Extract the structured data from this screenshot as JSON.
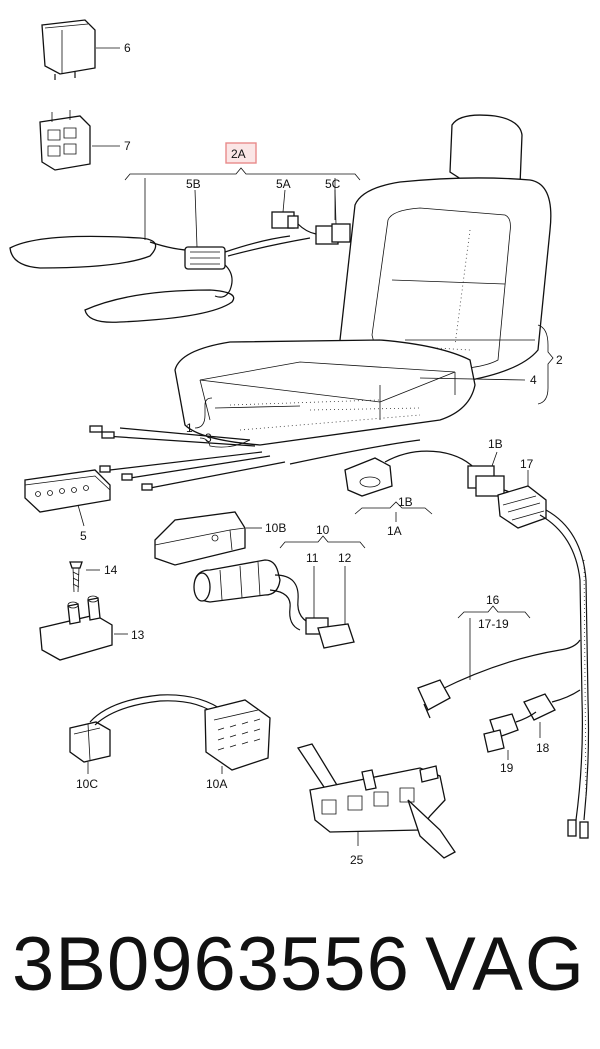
{
  "diagram": {
    "highlight_color": "#e88a8a",
    "labels": {
      "l6": "6",
      "l7": "7",
      "l2A": "2A",
      "l5B": "5B",
      "l5A": "5A",
      "l5C": "5C",
      "l2": "2",
      "l4": "4",
      "l1": "1",
      "l3": "3",
      "l1B_top": "1B",
      "l17": "17",
      "l1B_mid": "1B",
      "l1A": "1A",
      "l5": "5",
      "l10B": "10B",
      "l10": "10",
      "l11": "11",
      "l12": "12",
      "l14": "14",
      "l13": "13",
      "l16": "16",
      "l17_19": "17-19",
      "l18": "18",
      "l19": "19",
      "l10C": "10C",
      "l10A": "10A",
      "l25": "25"
    }
  },
  "caption": {
    "part_number": "3B0963556",
    "brand": "VAG"
  }
}
